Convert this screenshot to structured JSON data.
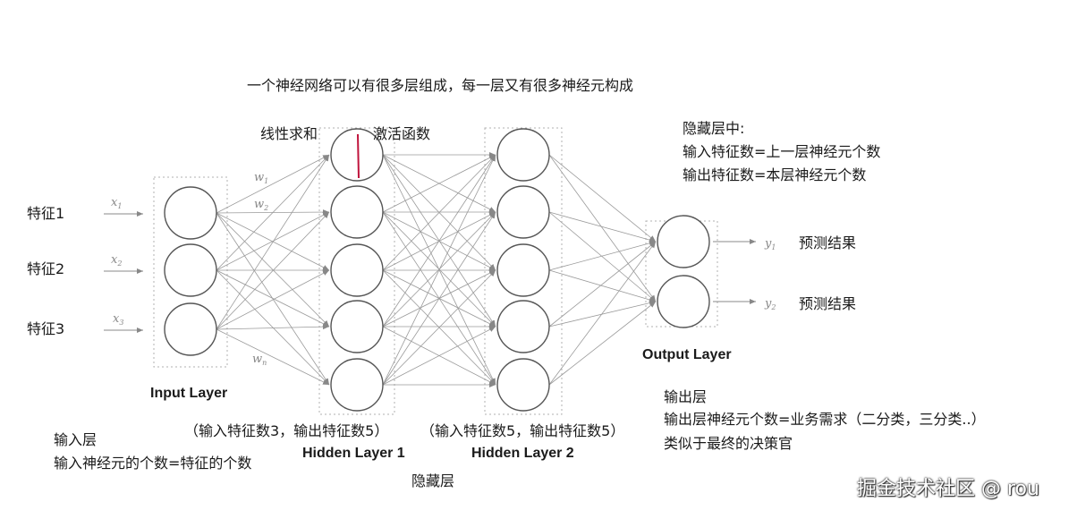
{
  "caption": "一个神经网络可以有很多层组成，每一层又有很多神经元构成",
  "top_labels": {
    "linear_sum": "线性求和",
    "activation": "激活函数"
  },
  "features": [
    "特征1",
    "特征2",
    "特征3"
  ],
  "input_symbols": [
    "x",
    "x",
    "x"
  ],
  "input_subscripts": [
    "1",
    "2",
    "3"
  ],
  "weight_symbols": [
    "w",
    "w",
    "w"
  ],
  "weight_subscripts": [
    "1",
    "2",
    "n"
  ],
  "output_symbols": [
    "y",
    "y"
  ],
  "output_subscripts": [
    "1",
    "2"
  ],
  "predictions": [
    "预测结果",
    "预测结果"
  ],
  "layers": {
    "input": "Input Layer",
    "hidden1": "Hidden Layer 1",
    "hidden2": "Hidden Layer 2",
    "output": "Output Layer"
  },
  "hidden_notes": {
    "h1": "（输入特征数3，输出特征数5）",
    "h2": "（输入特征数5，输出特征数5）",
    "bottom": "隐藏层"
  },
  "input_note": {
    "line1": "输入层",
    "line2": "输入神经元的个数=特征的个数"
  },
  "hidden_note": {
    "line1": "隐藏层中:",
    "line2": "输入特征数=上一层神经元个数",
    "line3": "输出特征数=本层神经元个数"
  },
  "output_note": {
    "line1": "输出层",
    "line2": "输出层神经元个数=业务需求（二分类，三分类..）",
    "line3": "类似于最终的决策官"
  },
  "watermark": "掘金技术社区 @ rou",
  "colors": {
    "edge": "#9a9a9a",
    "node_stroke": "#555555",
    "highlight": "#c0143c",
    "box": "#b0b0b0"
  }
}
